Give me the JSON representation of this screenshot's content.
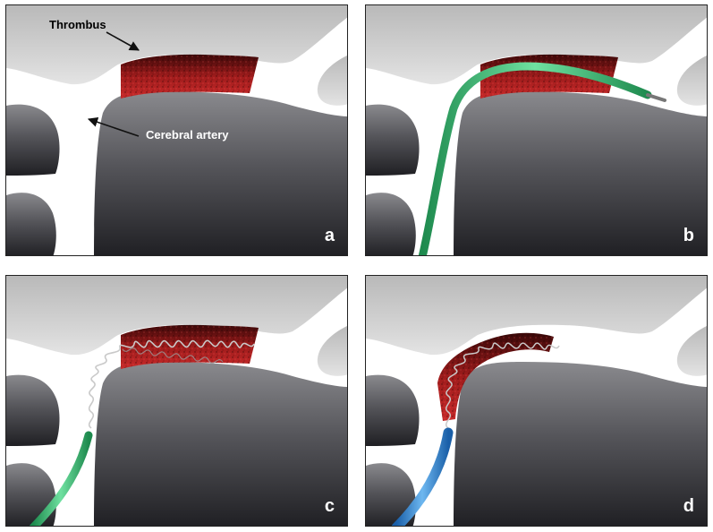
{
  "annotations": {
    "thrombus": "Thrombus",
    "cerebral_artery": "Cerebral artery"
  },
  "panels": [
    {
      "letter": "a"
    },
    {
      "letter": "b"
    },
    {
      "letter": "c"
    },
    {
      "letter": "d"
    }
  ],
  "colors": {
    "tissue_top": "#c8c8c8",
    "tissue_dark": "#2a2a2e",
    "vessel": "#ffffff",
    "thrombus": "#9a1b1b",
    "microcatheter": "#3fc27a",
    "retriever_wire": "#bdbdbd",
    "aspiration_catheter": "#2f8fd6"
  },
  "icons": [
    "thrombus-clot",
    "microcatheter",
    "stent-retriever",
    "aspiration-catheter"
  ]
}
